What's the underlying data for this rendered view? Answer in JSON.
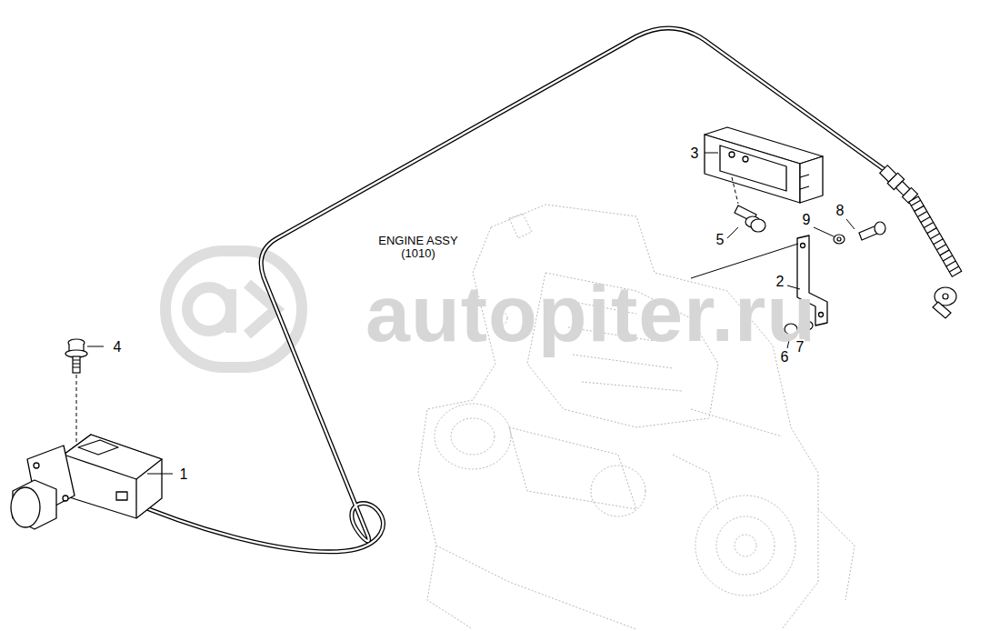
{
  "diagram": {
    "labels": [
      "3",
      "5",
      "9",
      "8",
      "ENGINE ASSY (1010)",
      "2",
      "4",
      "autopiter.ru",
      "6",
      "7",
      "1"
    ]
  }
}
